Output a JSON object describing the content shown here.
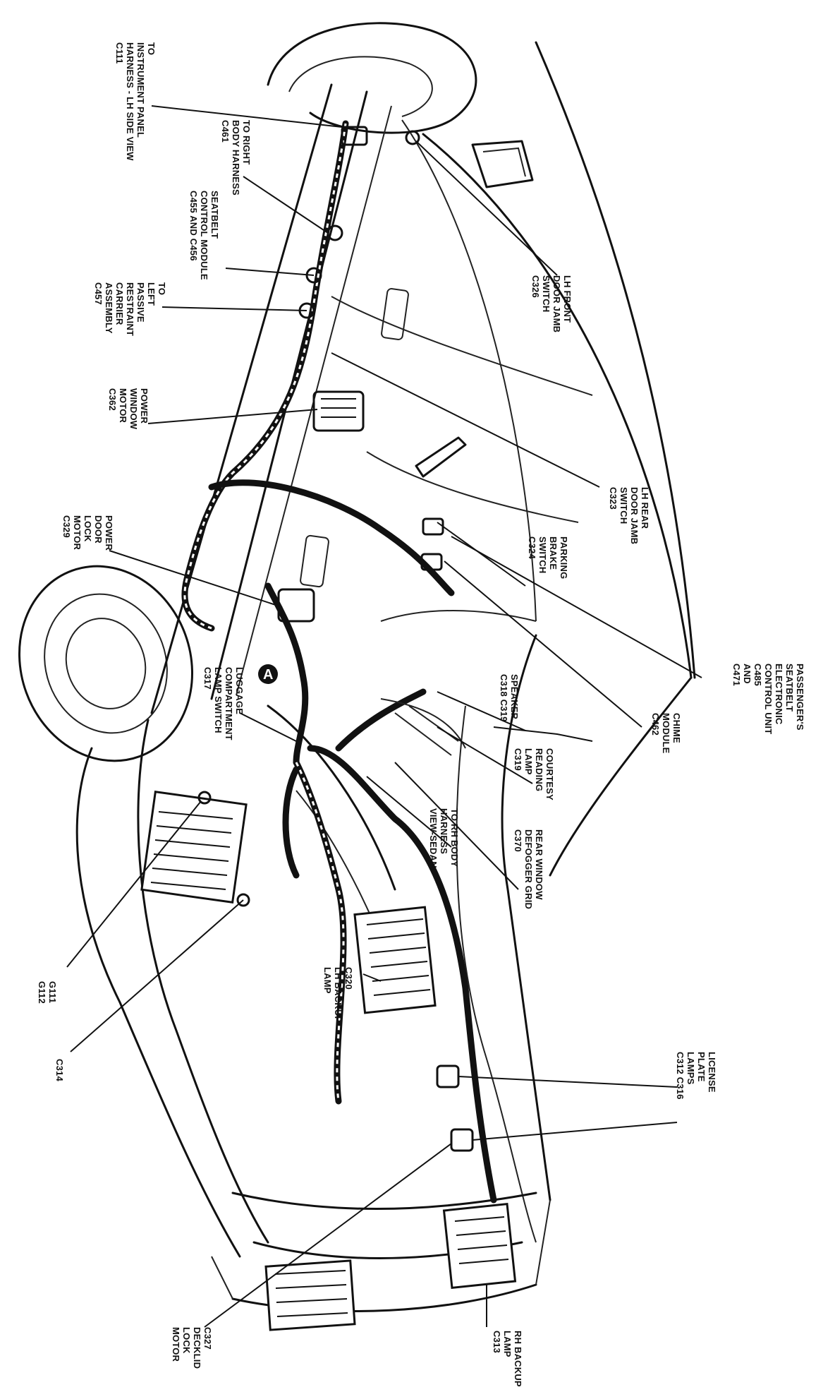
{
  "callouts": [
    {
      "id": "instrument-panel",
      "lines": [
        "TO",
        "INSTRUMENT PANEL",
        "HARNESS - LH SIDE VIEW",
        "C111"
      ]
    },
    {
      "id": "right-body-harness",
      "lines": [
        "TO RIGHT",
        "BODY HARNESS",
        "C461"
      ]
    },
    {
      "id": "seatbelt-control-module",
      "lines": [
        "SEATBELT",
        "CONTROL MODULE",
        "C455 AND C456"
      ]
    },
    {
      "id": "left-passive-restraint",
      "lines": [
        "TO",
        "LEFT",
        "PASSIVE",
        "RESTRAINT",
        "CARRIER",
        "ASSEMBLY",
        "C457"
      ]
    },
    {
      "id": "power-window-motor",
      "lines": [
        "POWER",
        "WINDOW",
        "MOTOR",
        "C362"
      ]
    },
    {
      "id": "power-door-lock-motor",
      "lines": [
        "POWER",
        "DOOR",
        "LOCK",
        "MOTOR",
        "C329"
      ]
    },
    {
      "id": "luggage-compartment-lamp-switch",
      "lines": [
        "LUGGAGE",
        "COMPARTMENT",
        "LAMP SWITCH",
        "C317"
      ]
    },
    {
      "id": "lh-front-door-jamb-switch",
      "lines": [
        "LH FRONT",
        "DOOR JAMB",
        "SWITCH",
        "C326"
      ]
    },
    {
      "id": "lh-rear-door-jamb-switch",
      "lines": [
        "LH REAR",
        "DOOR JAMB",
        "SWITCH",
        "C323"
      ]
    },
    {
      "id": "parking-brake-switch",
      "lines": [
        "PARKING",
        "BRAKE",
        "SWITCH",
        "C324"
      ]
    },
    {
      "id": "passenger-seatbelt-unit",
      "lines": [
        "PASSENGER'S",
        "SEATBELT",
        "ELECTRONIC",
        "CONTROL UNIT",
        "C485",
        "AND",
        "C471"
      ]
    },
    {
      "id": "chime-module",
      "lines": [
        "CHIME",
        "MODULE",
        "C462"
      ]
    },
    {
      "id": "speaker",
      "lines": [
        "SPEAKER",
        "C318 C319"
      ]
    },
    {
      "id": "courtesy-reading-lamp",
      "lines": [
        "COURTESY",
        "READING",
        "LAMP",
        "C319"
      ]
    },
    {
      "id": "rear-window-defogger",
      "lines": [
        "REAR WINDOW",
        "DEFOGGER GRID",
        "C370"
      ]
    },
    {
      "id": "rh-body-harness",
      "lines": [
        "TO RH BODY",
        "HARNESS",
        "VIEW-SEDAN"
      ]
    },
    {
      "id": "lh-backup-lamp",
      "lines": [
        "C320",
        "LH BACKUP",
        "LAMP"
      ]
    },
    {
      "id": "grounds",
      "lines": [
        "G111",
        "G112"
      ]
    },
    {
      "id": "c314",
      "lines": [
        "C314"
      ]
    },
    {
      "id": "license-plate-lamps",
      "lines": [
        "LICENSE",
        "PLATE",
        "LAMPS",
        "C312 C316"
      ]
    },
    {
      "id": "decklid-lock-motor",
      "lines": [
        "C327",
        "DECKLID",
        "LOCK",
        "MOTOR"
      ]
    },
    {
      "id": "rh-backup-lamp",
      "lines": [
        "RH BACKUP",
        "LAMP",
        "C313"
      ]
    }
  ],
  "marker": "A"
}
